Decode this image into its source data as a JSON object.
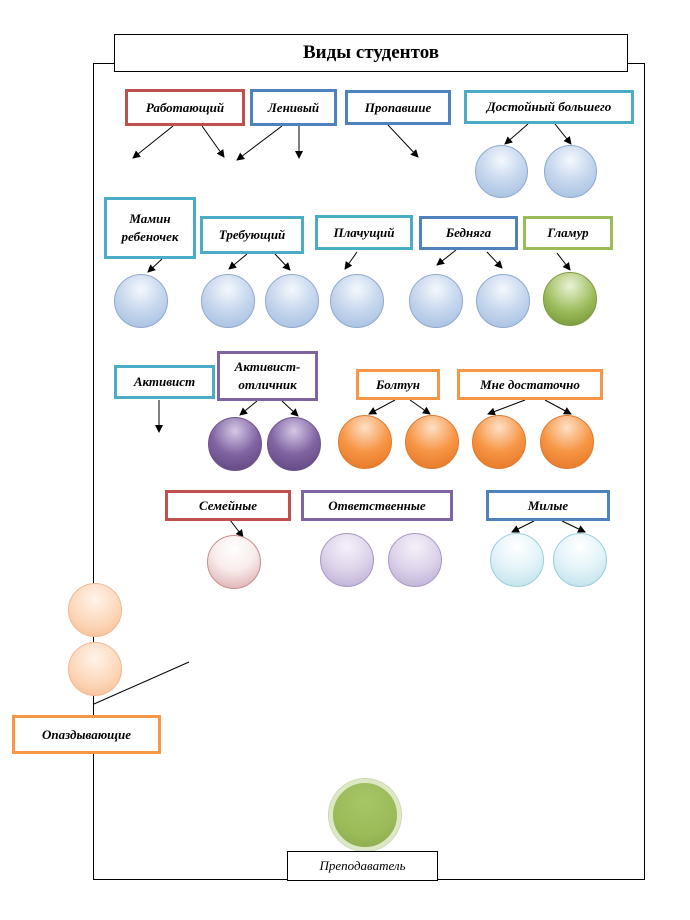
{
  "title": "Виды студентов",
  "labels": {
    "working": "Работающий",
    "lazy": "Ленивый",
    "missing": "Пропавшие",
    "worthy": "Достойный большего",
    "mamas": "Мамин ребеночек",
    "demanding": "Требующий",
    "crying": "Плачущий",
    "poor": "Бедняга",
    "glamour": "Гламур",
    "activist": "Активист",
    "activist_excellent": "Активист-отличник",
    "talker": "Болтун",
    "enough": "Мне достаточно",
    "family": "Семейные",
    "responsible": "Ответственные",
    "nice": "Милые",
    "late": "Опаздывающие",
    "teacher": "Преподаватель"
  },
  "colors": {
    "red": "#c0504d",
    "blue": "#4f81bd",
    "teal": "#4bacc6",
    "green": "#9bbb59",
    "purple": "#8064a2",
    "orange": "#f79646"
  }
}
